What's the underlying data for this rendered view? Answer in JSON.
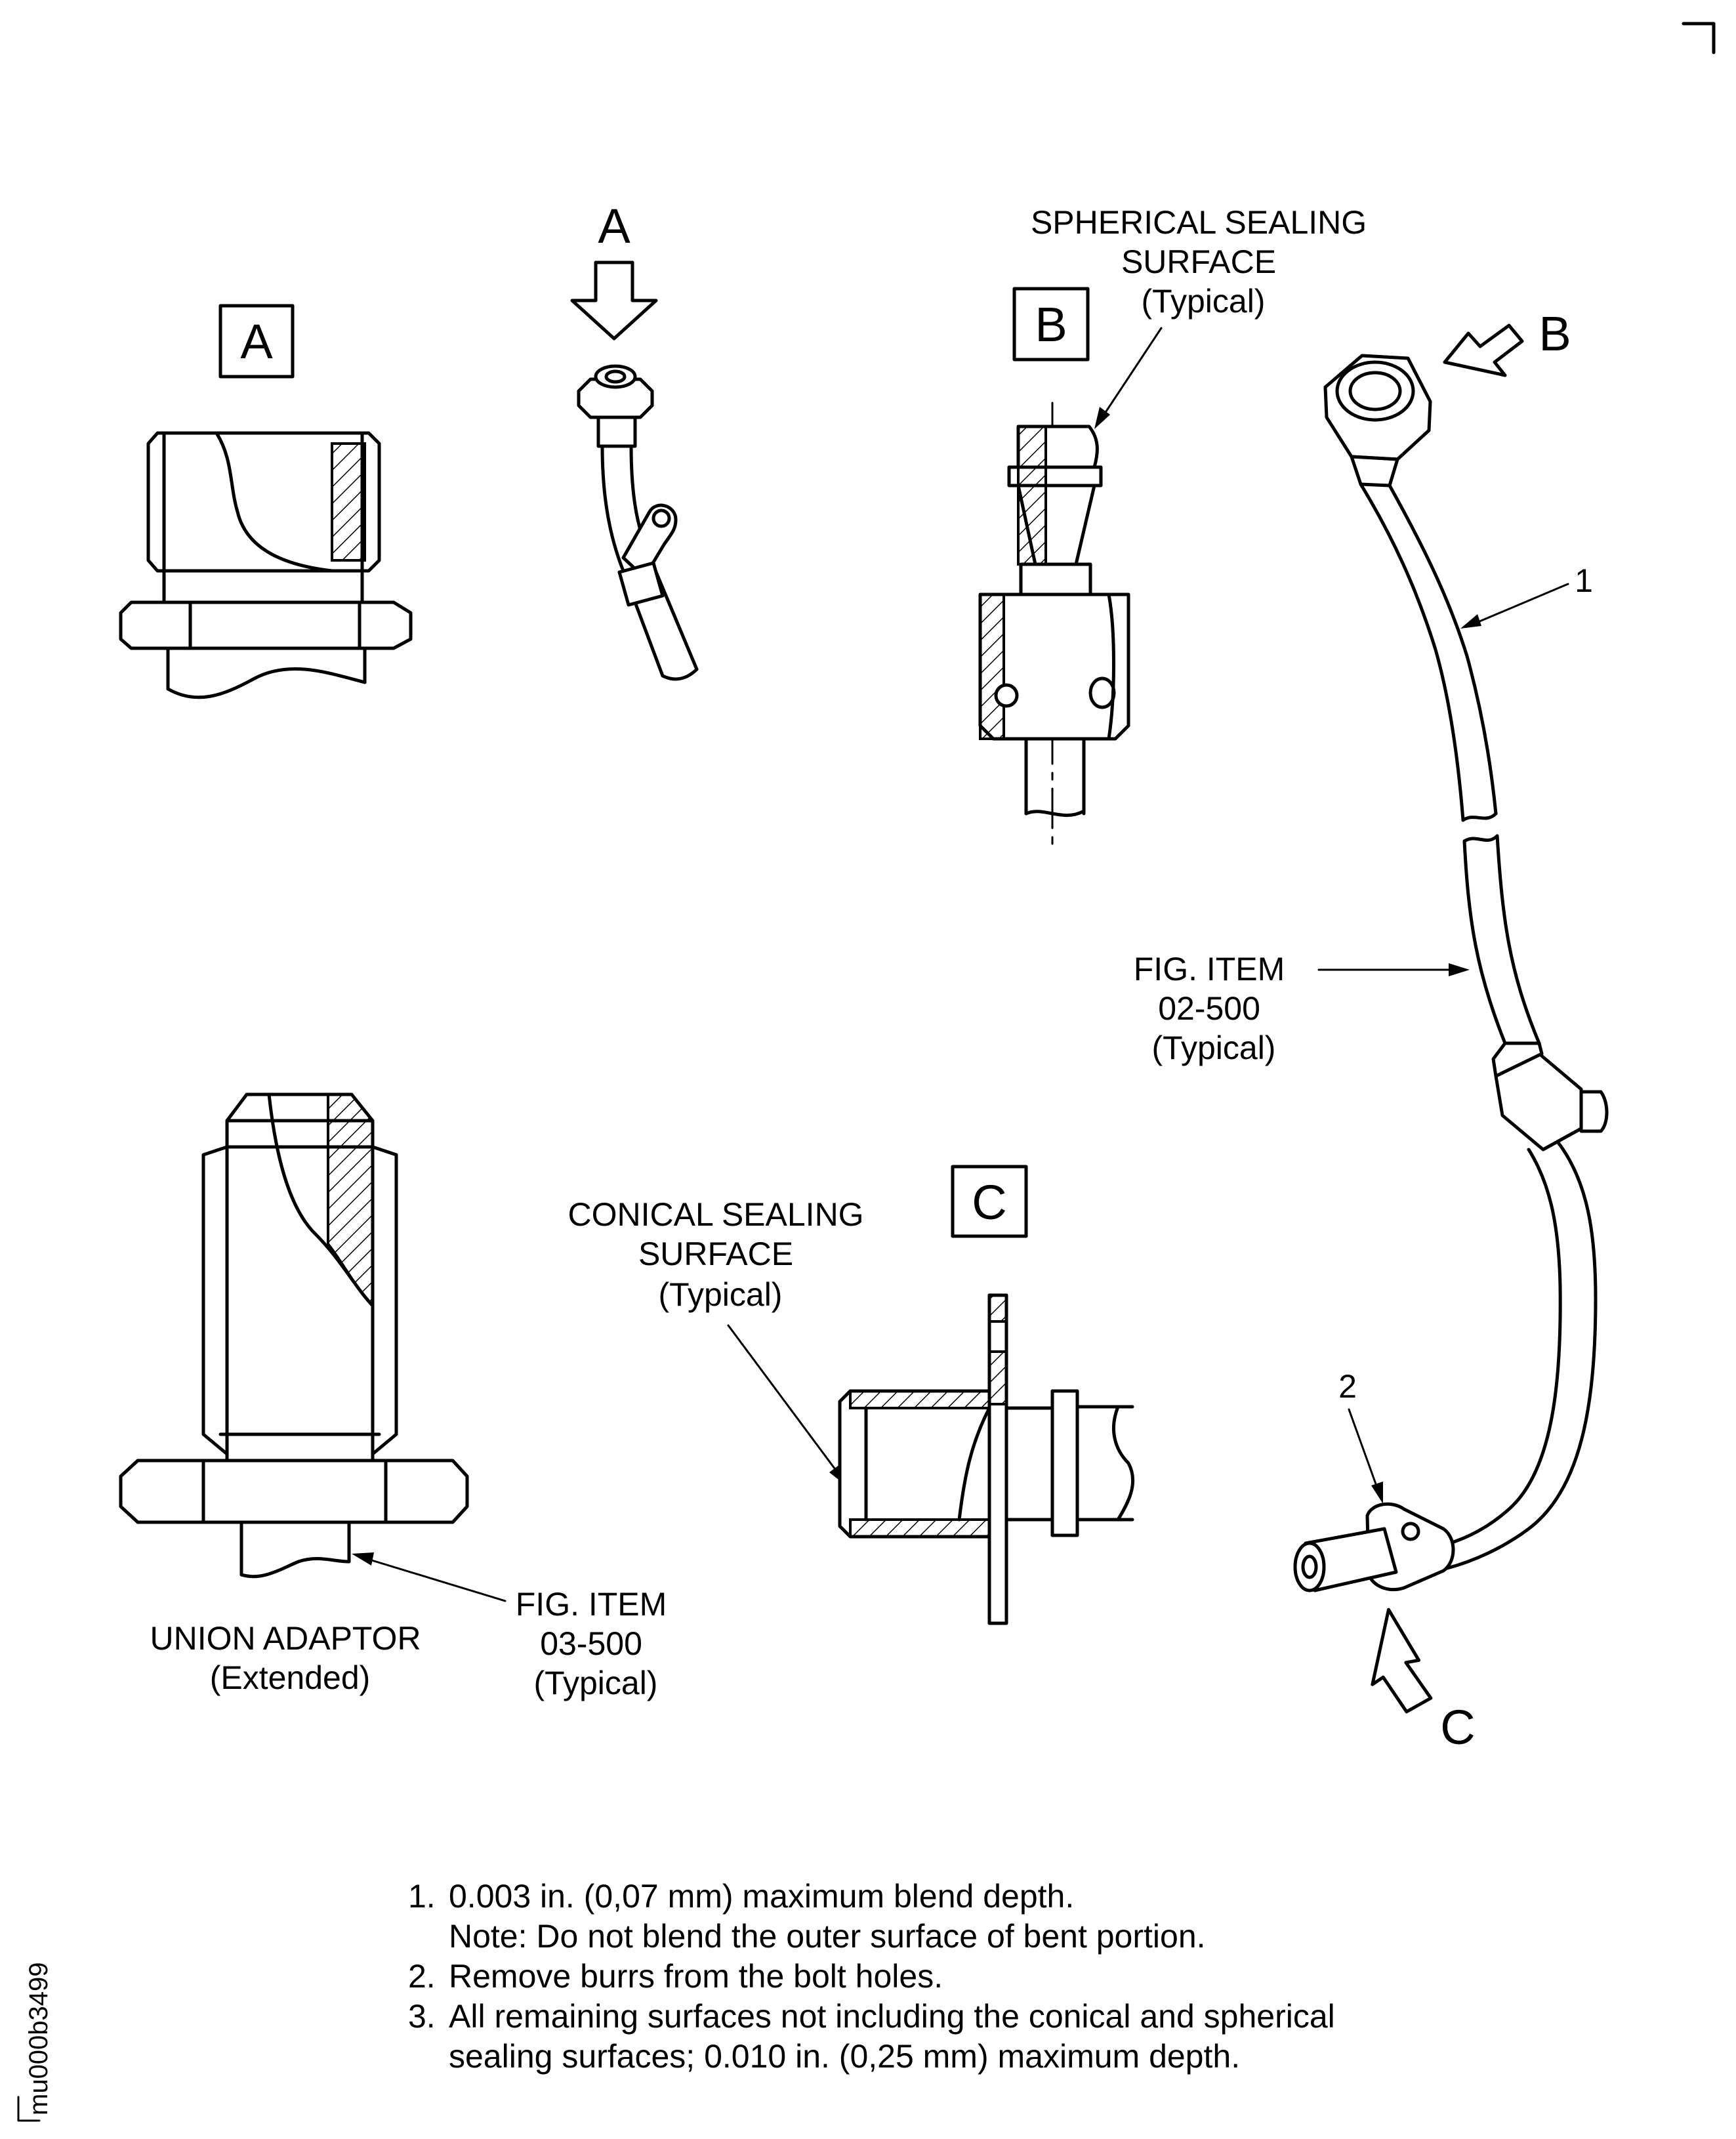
{
  "views": {
    "a": {
      "box": "A",
      "arrow": "A"
    },
    "b": {
      "box": "B",
      "arrow": "B"
    },
    "c": {
      "box": "C",
      "arrow": "C"
    }
  },
  "callouts": {
    "spherical": [
      "SPHERICAL SEALING",
      "SURFACE",
      "(Typical)"
    ],
    "conical": [
      "CONICAL SEALING",
      "SURFACE",
      "(Typical)"
    ],
    "fig_item_02": [
      "FIG. ITEM",
      "02-500",
      "(Typical)"
    ],
    "fig_item_03": [
      "FIG. ITEM",
      "03-500",
      "(Typical)"
    ],
    "union": [
      "UNION ADAPTOR",
      "(Extended)"
    ],
    "item1": "1",
    "item2": "2"
  },
  "notes": [
    {
      "num": "1.",
      "lines": [
        "0.003 in. (0,07 mm) maximum blend depth.",
        "Note: Do not blend the outer surface of bent portion."
      ]
    },
    {
      "num": "2.",
      "lines": [
        "Remove burrs from the bolt holes."
      ]
    },
    {
      "num": "3.",
      "lines": [
        "All remaining surfaces not including the conical and spherical",
        "sealing surfaces; 0.010 in. (0,25 mm) maximum depth."
      ]
    }
  ],
  "drawing_code": "mu000b3499"
}
